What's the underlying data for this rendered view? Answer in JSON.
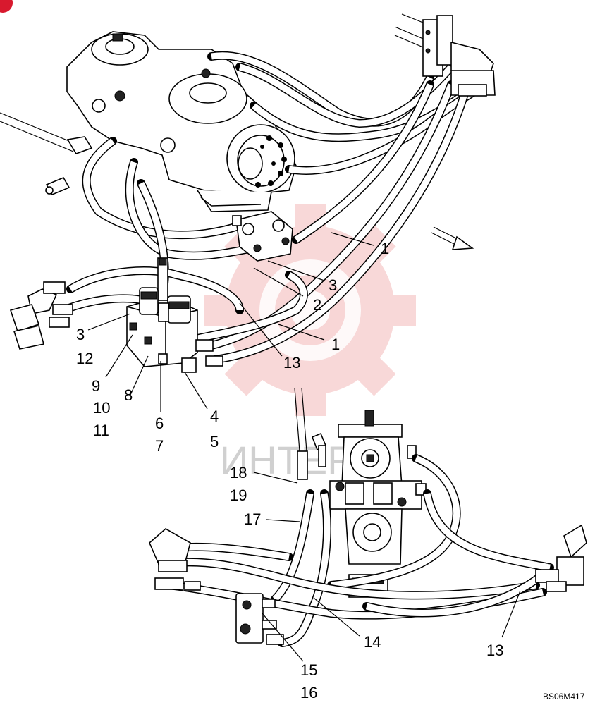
{
  "diagram": {
    "drawing_code": "BS06M417",
    "watermark_text": "ИНТЕР",
    "watermark_color": "#f3b9b9",
    "corner_badge_color": "#d8192e",
    "callouts": {
      "c1a": "1",
      "c1b": "1",
      "c2": "2",
      "c3a": "3",
      "c3b": "3",
      "c4": "4",
      "c5": "5",
      "c6": "6",
      "c7": "7",
      "c8": "8",
      "c9": "9",
      "c10": "10",
      "c11": "11",
      "c12": "12",
      "c13a": "13",
      "c13b": "13",
      "c14": "14",
      "c15": "15",
      "c16": "16",
      "c17": "17",
      "c18": "18",
      "c19": "19"
    }
  }
}
